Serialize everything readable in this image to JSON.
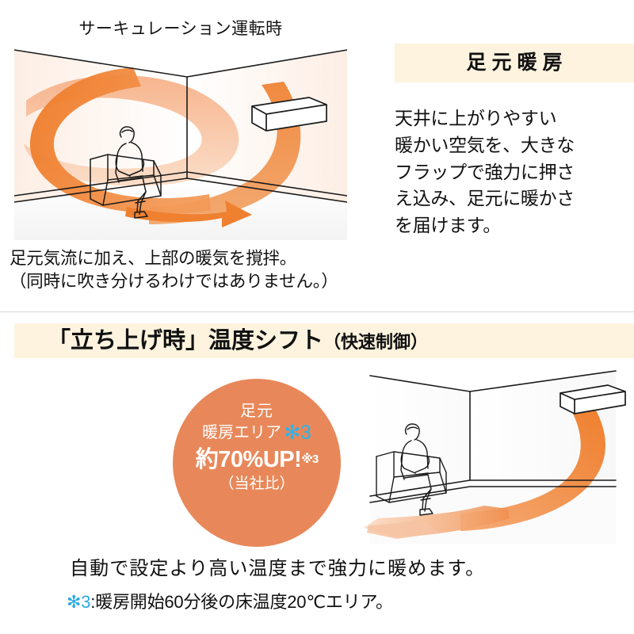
{
  "colors": {
    "orange_strong": "#F07C2A",
    "orange_bubble": "#E8885A",
    "cream_band": "#FDF3DE",
    "cyan_mark": "#29ABE2",
    "text": "#111111",
    "outline": "#1a1a1a"
  },
  "section1": {
    "title": "サーキュレーション運転時",
    "caption_line1": "足元気流に加え、上部の暖気を撹拌。",
    "caption_line2": "（同時に吹き分けるわけではありません。）",
    "badge": "足元暖房",
    "body_line1": "天井に上がりやすい",
    "body_line2": "暖かい空気を、大きな",
    "body_line3": "フラップで強力に押さ",
    "body_line4": "え込み、足元に暖かさ",
    "body_line5": "を届けます。",
    "illustration": {
      "name": "room-circulation-airflow",
      "elements": [
        "ceiling-mounted-air-conditioner",
        "swirling-orange-airflow-band",
        "floor-arrowhead",
        "person-seated-on-sofa",
        "room-corner-outline"
      ]
    }
  },
  "section2": {
    "heading_main": "「立ち上げ時」温度シフト",
    "heading_sub": "（快速制御）",
    "bubble": {
      "line1": "足元",
      "line2": "暖房エリア",
      "line2_mark": "✻3",
      "line3": "約70%UP!",
      "line3_mark": "※3",
      "line4": "（当社比）"
    },
    "caption": "自動で設定より高い温度まで強力に暖めます。",
    "footnote_mark": "✻3",
    "footnote_text": ":暖房開始60分後の床温度20℃エリア。",
    "illustration": {
      "name": "room-footwarm-airflow",
      "elements": [
        "wall-mounted-air-conditioner",
        "curved-orange-airflow-down-to-floor",
        "floor-spread-arrow",
        "person-seated-on-sofa",
        "room-corner-outline"
      ]
    }
  }
}
